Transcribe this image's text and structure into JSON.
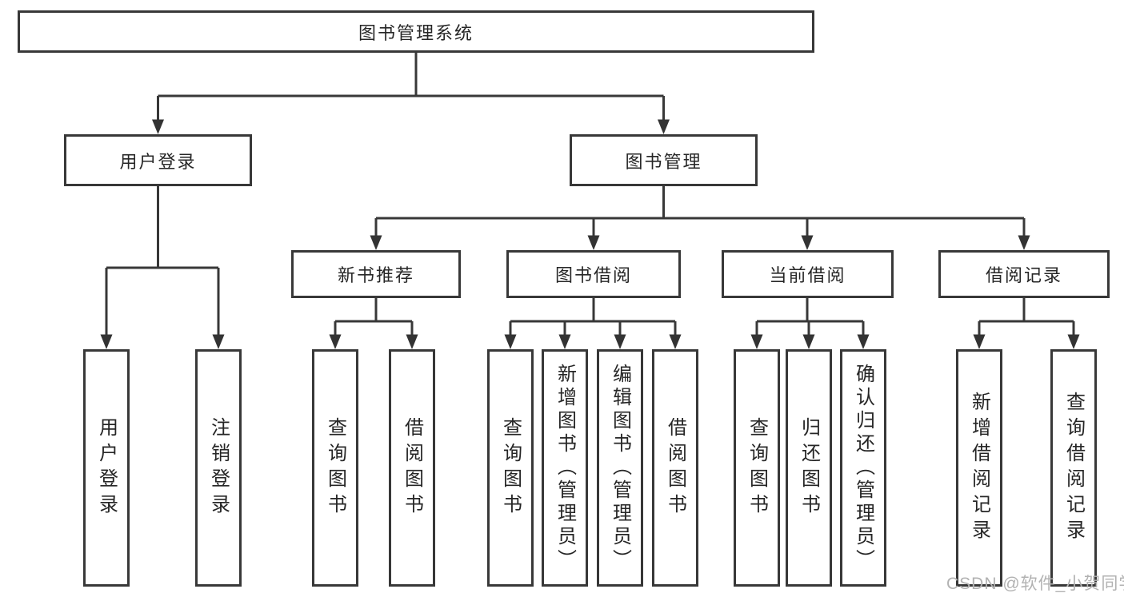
{
  "tree": {
    "root": {
      "label": "图书管理系统",
      "children": [
        {
          "label": "用户登录",
          "children": [
            {
              "label": "用户登录"
            },
            {
              "label": "注销登录"
            }
          ]
        },
        {
          "label": "图书管理",
          "children": [
            {
              "label": "新书推荐",
              "children": [
                {
                  "label": "查询图书"
                },
                {
                  "label": "借阅图书"
                }
              ]
            },
            {
              "label": "图书借阅",
              "children": [
                {
                  "label": "查询图书"
                },
                {
                  "label": "新增图书（管理员）"
                },
                {
                  "label": "编辑图书（管理员）"
                },
                {
                  "label": "借阅图书"
                }
              ]
            },
            {
              "label": "当前借阅",
              "children": [
                {
                  "label": "查询图书"
                },
                {
                  "label": "归还图书"
                },
                {
                  "label": "确认归还（管理员）"
                }
              ]
            },
            {
              "label": "借阅记录",
              "children": [
                {
                  "label": "新增借阅记录"
                },
                {
                  "label": "查询借阅记录"
                }
              ]
            }
          ]
        }
      ]
    }
  },
  "watermark": {
    "text": "CSDN @软件_小贺同学"
  },
  "colors": {
    "line": "#383838",
    "box_border": "#383838",
    "text": "#262626",
    "watermark": "#b2b2b2",
    "background": "#ffffff"
  }
}
